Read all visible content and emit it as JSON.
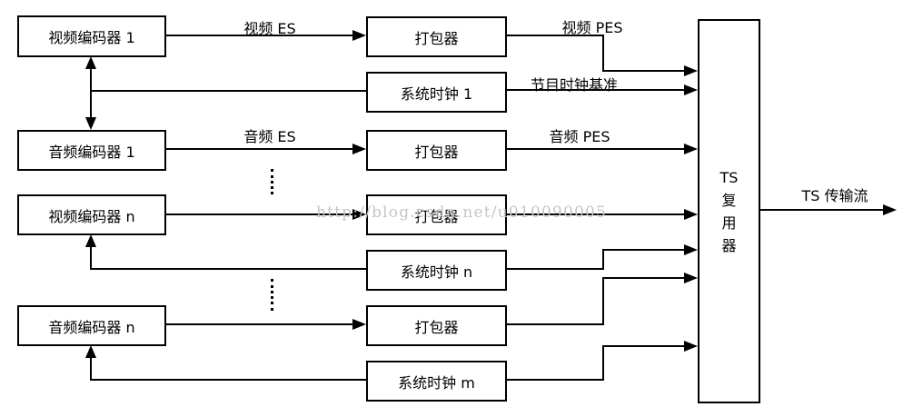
{
  "diagram": {
    "title_hint": "MPEG-2 TS multiplexing block diagram",
    "nodes": {
      "video_encoder_1": "视频编码器 1",
      "audio_encoder_1": "音频编码器 1",
      "video_encoder_n": "视频编码器 n",
      "audio_encoder_n": "音频编码器 n",
      "packetizer": "打包器",
      "system_clock_1": "系统时钟 1",
      "system_clock_n": "系统时钟 n",
      "system_clock_m": "系统时钟 m",
      "ts_mux_lines": [
        "TS",
        "复",
        "用",
        "器"
      ]
    },
    "edges": {
      "video_es": "视频 ES",
      "video_pes": "视频 PES",
      "pcr": "节目时钟基准",
      "audio_es": "音频 ES",
      "audio_pes": "音频 PES",
      "ts_output": "TS 传输流"
    },
    "icons": {
      "vertical_ellipsis": "⋮"
    },
    "watermark": "http://blog.csdn.net/u010090005",
    "colors": {
      "line": "#000000",
      "box_border": "#000000",
      "background": "#ffffff",
      "watermark": "#c5c5c5"
    }
  }
}
